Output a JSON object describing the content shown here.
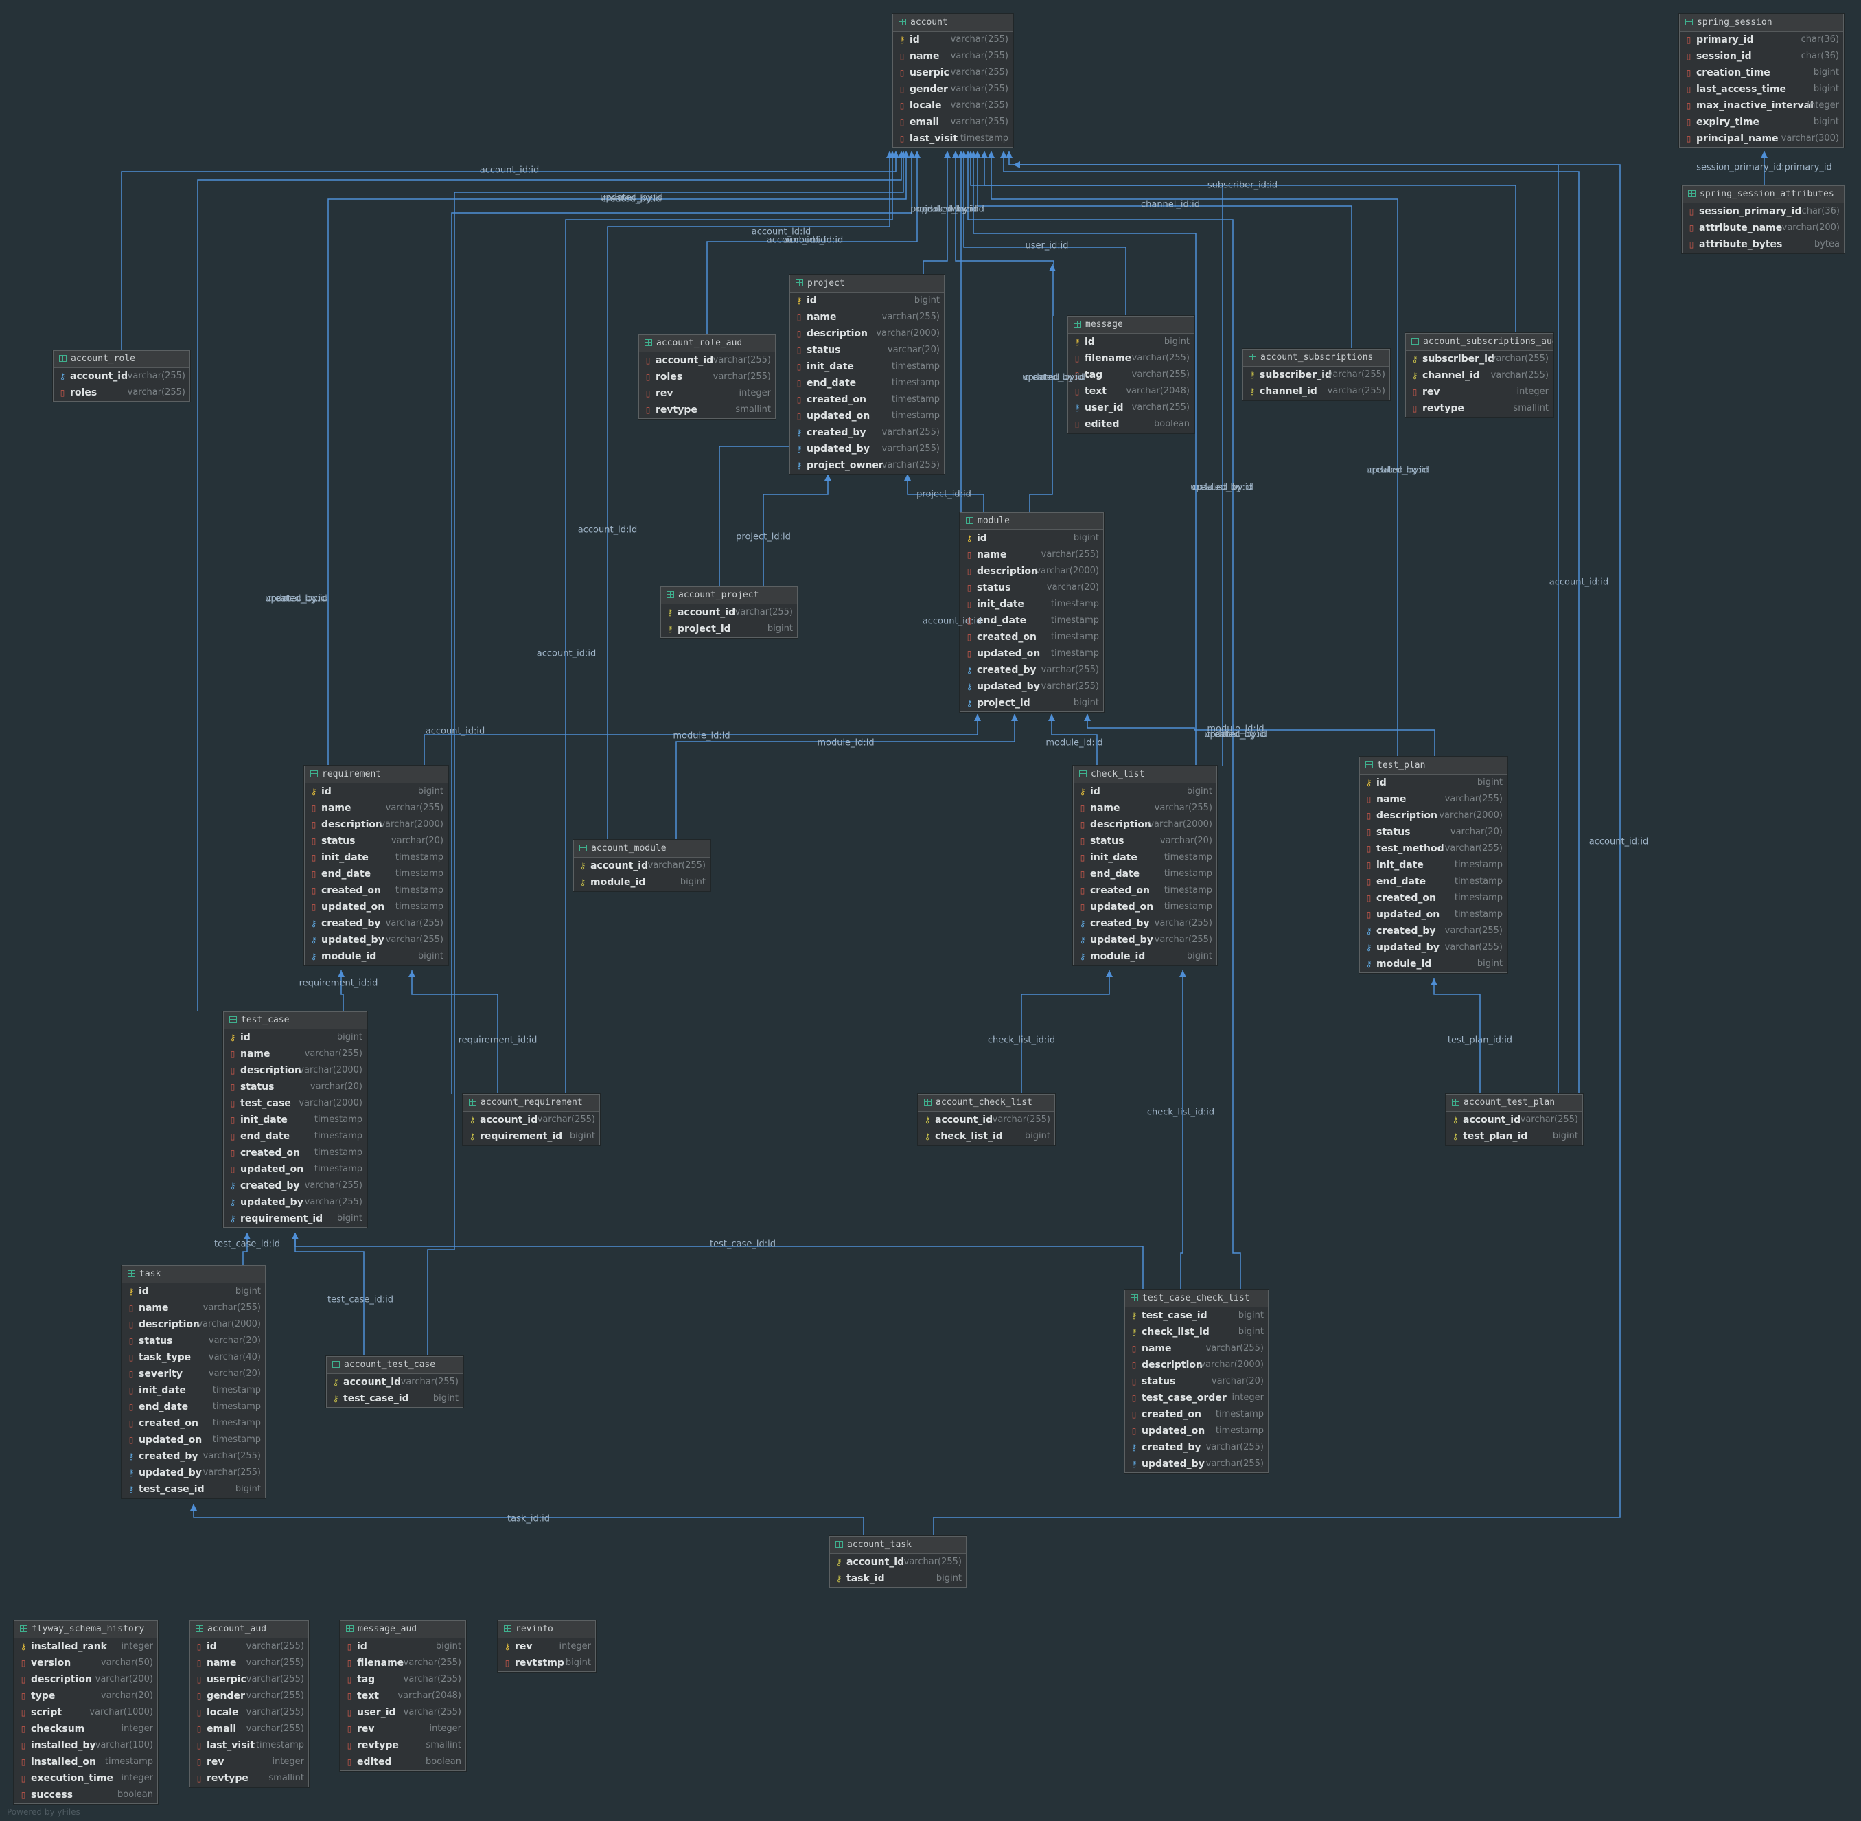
{
  "icons": {
    "pk": "key-icon",
    "fk": "foreign-key-icon",
    "pkfk": "primary-foreign-key-icon",
    "col": "column-icon",
    "table": "table-icon"
  },
  "tables": [
    {
      "name": "account",
      "cols": [
        [
          "pk",
          "id",
          "varchar(255)"
        ],
        [
          "col",
          "name",
          "varchar(255)"
        ],
        [
          "col",
          "userpic",
          "varchar(255)"
        ],
        [
          "col",
          "gender",
          "varchar(255)"
        ],
        [
          "col",
          "locale",
          "varchar(255)"
        ],
        [
          "col",
          "email",
          "varchar(255)"
        ],
        [
          "col",
          "last_visit",
          "timestamp"
        ]
      ]
    },
    {
      "name": "spring_session",
      "cols": [
        [
          "col",
          "primary_id",
          "char(36)"
        ],
        [
          "col",
          "session_id",
          "char(36)"
        ],
        [
          "col",
          "creation_time",
          "bigint"
        ],
        [
          "col",
          "last_access_time",
          "bigint"
        ],
        [
          "col",
          "max_inactive_interval",
          "integer"
        ],
        [
          "col",
          "expiry_time",
          "bigint"
        ],
        [
          "col",
          "principal_name",
          "varchar(300)"
        ]
      ]
    },
    {
      "name": "spring_session_attributes",
      "cols": [
        [
          "col",
          "session_primary_id",
          "char(36)"
        ],
        [
          "col",
          "attribute_name",
          "varchar(200)"
        ],
        [
          "col",
          "attribute_bytes",
          "bytea"
        ]
      ]
    },
    {
      "name": "project",
      "cols": [
        [
          "pk",
          "id",
          "bigint"
        ],
        [
          "col",
          "name",
          "varchar(255)"
        ],
        [
          "col",
          "description",
          "varchar(2000)"
        ],
        [
          "col",
          "status",
          "varchar(20)"
        ],
        [
          "col",
          "init_date",
          "timestamp"
        ],
        [
          "col",
          "end_date",
          "timestamp"
        ],
        [
          "col",
          "created_on",
          "timestamp"
        ],
        [
          "col",
          "updated_on",
          "timestamp"
        ],
        [
          "fk",
          "created_by",
          "varchar(255)"
        ],
        [
          "fk",
          "updated_by",
          "varchar(255)"
        ],
        [
          "fk",
          "project_owner",
          "varchar(255)"
        ]
      ]
    },
    {
      "name": "account_role_aud",
      "cols": [
        [
          "col",
          "account_id",
          "varchar(255)"
        ],
        [
          "col",
          "roles",
          "varchar(255)"
        ],
        [
          "col",
          "rev",
          "integer"
        ],
        [
          "col",
          "revtype",
          "smallint"
        ]
      ]
    },
    {
      "name": "message",
      "cols": [
        [
          "pk",
          "id",
          "bigint"
        ],
        [
          "col",
          "filename",
          "varchar(255)"
        ],
        [
          "col",
          "tag",
          "varchar(255)"
        ],
        [
          "col",
          "text",
          "varchar(2048)"
        ],
        [
          "fk",
          "user_id",
          "varchar(255)"
        ],
        [
          "col",
          "edited",
          "boolean"
        ]
      ]
    },
    {
      "name": "account_subscriptions",
      "cols": [
        [
          "pkfk",
          "subscriber_id",
          "varchar(255)"
        ],
        [
          "pkfk",
          "channel_id",
          "varchar(255)"
        ]
      ]
    },
    {
      "name": "account_subscriptions_aud",
      "cols": [
        [
          "pkfk",
          "subscriber_id",
          "varchar(255)"
        ],
        [
          "pkfk",
          "channel_id",
          "varchar(255)"
        ],
        [
          "col",
          "rev",
          "integer"
        ],
        [
          "col",
          "revtype",
          "smallint"
        ]
      ]
    },
    {
      "name": "account_role",
      "cols": [
        [
          "fk",
          "account_id",
          "varchar(255)"
        ],
        [
          "col",
          "roles",
          "varchar(255)"
        ]
      ]
    },
    {
      "name": "module",
      "cols": [
        [
          "pk",
          "id",
          "bigint"
        ],
        [
          "col",
          "name",
          "varchar(255)"
        ],
        [
          "col",
          "description",
          "varchar(2000)"
        ],
        [
          "col",
          "status",
          "varchar(20)"
        ],
        [
          "col",
          "init_date",
          "timestamp"
        ],
        [
          "col",
          "end_date",
          "timestamp"
        ],
        [
          "col",
          "created_on",
          "timestamp"
        ],
        [
          "col",
          "updated_on",
          "timestamp"
        ],
        [
          "fk",
          "created_by",
          "varchar(255)"
        ],
        [
          "fk",
          "updated_by",
          "varchar(255)"
        ],
        [
          "fk",
          "project_id",
          "bigint"
        ]
      ]
    },
    {
      "name": "account_project",
      "cols": [
        [
          "pkfk",
          "account_id",
          "varchar(255)"
        ],
        [
          "pkfk",
          "project_id",
          "bigint"
        ]
      ]
    },
    {
      "name": "requirement",
      "cols": [
        [
          "pk",
          "id",
          "bigint"
        ],
        [
          "col",
          "name",
          "varchar(255)"
        ],
        [
          "col",
          "description",
          "varchar(2000)"
        ],
        [
          "col",
          "status",
          "varchar(20)"
        ],
        [
          "col",
          "init_date",
          "timestamp"
        ],
        [
          "col",
          "end_date",
          "timestamp"
        ],
        [
          "col",
          "created_on",
          "timestamp"
        ],
        [
          "col",
          "updated_on",
          "timestamp"
        ],
        [
          "fk",
          "created_by",
          "varchar(255)"
        ],
        [
          "fk",
          "updated_by",
          "varchar(255)"
        ],
        [
          "fk",
          "module_id",
          "bigint"
        ]
      ]
    },
    {
      "name": "check_list",
      "cols": [
        [
          "pk",
          "id",
          "bigint"
        ],
        [
          "col",
          "name",
          "varchar(255)"
        ],
        [
          "col",
          "description",
          "varchar(2000)"
        ],
        [
          "col",
          "status",
          "varchar(20)"
        ],
        [
          "col",
          "init_date",
          "timestamp"
        ],
        [
          "col",
          "end_date",
          "timestamp"
        ],
        [
          "col",
          "created_on",
          "timestamp"
        ],
        [
          "col",
          "updated_on",
          "timestamp"
        ],
        [
          "fk",
          "created_by",
          "varchar(255)"
        ],
        [
          "fk",
          "updated_by",
          "varchar(255)"
        ],
        [
          "fk",
          "module_id",
          "bigint"
        ]
      ]
    },
    {
      "name": "test_plan",
      "cols": [
        [
          "pk",
          "id",
          "bigint"
        ],
        [
          "col",
          "name",
          "varchar(255)"
        ],
        [
          "col",
          "description",
          "varchar(2000)"
        ],
        [
          "col",
          "status",
          "varchar(20)"
        ],
        [
          "col",
          "test_method",
          "varchar(255)"
        ],
        [
          "col",
          "init_date",
          "timestamp"
        ],
        [
          "col",
          "end_date",
          "timestamp"
        ],
        [
          "col",
          "created_on",
          "timestamp"
        ],
        [
          "col",
          "updated_on",
          "timestamp"
        ],
        [
          "fk",
          "created_by",
          "varchar(255)"
        ],
        [
          "fk",
          "updated_by",
          "varchar(255)"
        ],
        [
          "fk",
          "module_id",
          "bigint"
        ]
      ]
    },
    {
      "name": "account_module",
      "cols": [
        [
          "pkfk",
          "account_id",
          "varchar(255)"
        ],
        [
          "pkfk",
          "module_id",
          "bigint"
        ]
      ]
    },
    {
      "name": "test_case",
      "cols": [
        [
          "pk",
          "id",
          "bigint"
        ],
        [
          "col",
          "name",
          "varchar(255)"
        ],
        [
          "col",
          "description",
          "varchar(2000)"
        ],
        [
          "col",
          "status",
          "varchar(20)"
        ],
        [
          "col",
          "test_case",
          "varchar(2000)"
        ],
        [
          "col",
          "init_date",
          "timestamp"
        ],
        [
          "col",
          "end_date",
          "timestamp"
        ],
        [
          "col",
          "created_on",
          "timestamp"
        ],
        [
          "col",
          "updated_on",
          "timestamp"
        ],
        [
          "fk",
          "created_by",
          "varchar(255)"
        ],
        [
          "fk",
          "updated_by",
          "varchar(255)"
        ],
        [
          "fk",
          "requirement_id",
          "bigint"
        ]
      ]
    },
    {
      "name": "account_requirement",
      "cols": [
        [
          "pkfk",
          "account_id",
          "varchar(255)"
        ],
        [
          "pkfk",
          "requirement_id",
          "bigint"
        ]
      ]
    },
    {
      "name": "account_check_list",
      "cols": [
        [
          "pkfk",
          "account_id",
          "varchar(255)"
        ],
        [
          "pkfk",
          "check_list_id",
          "bigint"
        ]
      ]
    },
    {
      "name": "account_test_plan",
      "cols": [
        [
          "pkfk",
          "account_id",
          "varchar(255)"
        ],
        [
          "pkfk",
          "test_plan_id",
          "bigint"
        ]
      ]
    },
    {
      "name": "task",
      "cols": [
        [
          "pk",
          "id",
          "bigint"
        ],
        [
          "col",
          "name",
          "varchar(255)"
        ],
        [
          "col",
          "description",
          "varchar(2000)"
        ],
        [
          "col",
          "status",
          "varchar(20)"
        ],
        [
          "col",
          "task_type",
          "varchar(40)"
        ],
        [
          "col",
          "severity",
          "varchar(20)"
        ],
        [
          "col",
          "init_date",
          "timestamp"
        ],
        [
          "col",
          "end_date",
          "timestamp"
        ],
        [
          "col",
          "created_on",
          "timestamp"
        ],
        [
          "col",
          "updated_on",
          "timestamp"
        ],
        [
          "fk",
          "created_by",
          "varchar(255)"
        ],
        [
          "fk",
          "updated_by",
          "varchar(255)"
        ],
        [
          "fk",
          "test_case_id",
          "bigint"
        ]
      ]
    },
    {
      "name": "account_test_case",
      "cols": [
        [
          "pkfk",
          "account_id",
          "varchar(255)"
        ],
        [
          "pkfk",
          "test_case_id",
          "bigint"
        ]
      ]
    },
    {
      "name": "test_case_check_list",
      "cols": [
        [
          "pkfk",
          "test_case_id",
          "bigint"
        ],
        [
          "pkfk",
          "check_list_id",
          "bigint"
        ],
        [
          "col",
          "name",
          "varchar(255)"
        ],
        [
          "col",
          "description",
          "varchar(2000)"
        ],
        [
          "col",
          "status",
          "varchar(20)"
        ],
        [
          "col",
          "test_case_order",
          "integer"
        ],
        [
          "col",
          "created_on",
          "timestamp"
        ],
        [
          "col",
          "updated_on",
          "timestamp"
        ],
        [
          "fk",
          "created_by",
          "varchar(255)"
        ],
        [
          "fk",
          "updated_by",
          "varchar(255)"
        ]
      ]
    },
    {
      "name": "account_task",
      "cols": [
        [
          "pkfk",
          "account_id",
          "varchar(255)"
        ],
        [
          "pkfk",
          "task_id",
          "bigint"
        ]
      ]
    },
    {
      "name": "flyway_schema_history",
      "cols": [
        [
          "pk",
          "installed_rank",
          "integer"
        ],
        [
          "col",
          "version",
          "varchar(50)"
        ],
        [
          "col",
          "description",
          "varchar(200)"
        ],
        [
          "col",
          "type",
          "varchar(20)"
        ],
        [
          "col",
          "script",
          "varchar(1000)"
        ],
        [
          "col",
          "checksum",
          "integer"
        ],
        [
          "col",
          "installed_by",
          "varchar(100)"
        ],
        [
          "col",
          "installed_on",
          "timestamp"
        ],
        [
          "col",
          "execution_time",
          "integer"
        ],
        [
          "col",
          "success",
          "boolean"
        ]
      ]
    },
    {
      "name": "account_aud",
      "cols": [
        [
          "col",
          "id",
          "varchar(255)"
        ],
        [
          "col",
          "name",
          "varchar(255)"
        ],
        [
          "col",
          "userpic",
          "varchar(255)"
        ],
        [
          "col",
          "gender",
          "varchar(255)"
        ],
        [
          "col",
          "locale",
          "varchar(255)"
        ],
        [
          "col",
          "email",
          "varchar(255)"
        ],
        [
          "col",
          "last_visit",
          "timestamp"
        ],
        [
          "col",
          "rev",
          "integer"
        ],
        [
          "col",
          "revtype",
          "smallint"
        ]
      ]
    },
    {
      "name": "message_aud",
      "cols": [
        [
          "col",
          "id",
          "bigint"
        ],
        [
          "col",
          "filename",
          "varchar(255)"
        ],
        [
          "col",
          "tag",
          "varchar(255)"
        ],
        [
          "col",
          "text",
          "varchar(2048)"
        ],
        [
          "col",
          "user_id",
          "varchar(255)"
        ],
        [
          "col",
          "rev",
          "integer"
        ],
        [
          "col",
          "revtype",
          "smallint"
        ],
        [
          "col",
          "edited",
          "boolean"
        ]
      ]
    },
    {
      "name": "revinfo",
      "cols": [
        [
          "pk",
          "rev",
          "integer"
        ],
        [
          "col",
          "revtstmp",
          "bigint"
        ]
      ]
    }
  ],
  "edge_labels": [
    "account_id:id",
    "updated_by:id",
    "created_by:id",
    "account_id:id",
    "project_owner:id",
    "created_by:id",
    "updated_by:id",
    "subscriber_id:id",
    "channel_id:id",
    "user_id:id",
    "session_primary_id:primary_id",
    "project_id:id",
    "project_id:id",
    "account_id:id",
    "created_by:id",
    "updated_by:id",
    "created_by:id",
    "updated_by:id",
    "account_id:id",
    "account_id:id",
    "account_id:id",
    "account_id:id",
    "created_by:id",
    "updated_by:id",
    "module_id:id",
    "module_id:id",
    "module_id:id",
    "module_id:id",
    "created_by:id",
    "updated_by:id",
    "account_id:id",
    "requirement_id:id",
    "requirement_id:id",
    "check_list_id:id",
    "check_list_id:id",
    "test_plan_id:id",
    "account_id:id",
    "test_case_id:id",
    "test_case_id:id",
    "test_case_id:id",
    "task_id:id",
    "created_by:id",
    "updated_by:id",
    "account_id:id"
  ],
  "footer": "Powered by yFiles"
}
